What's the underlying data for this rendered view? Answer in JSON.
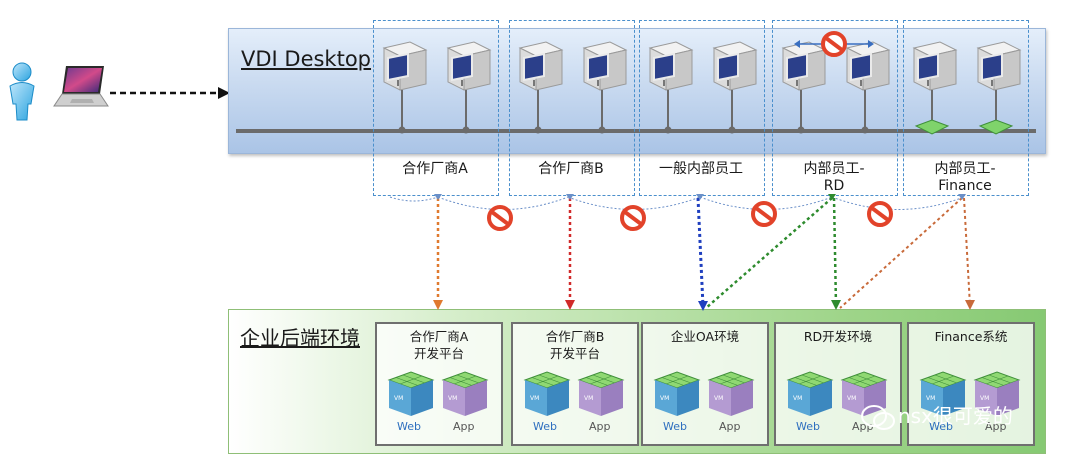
{
  "vdi": {
    "title": "VDI Desktop"
  },
  "groups": [
    {
      "label_line1": "合作厂商A",
      "label_line2": ""
    },
    {
      "label_line1": "合作厂商B",
      "label_line2": ""
    },
    {
      "label_line1": "一般内部员工",
      "label_line2": ""
    },
    {
      "label_line1": "内部员工-",
      "label_line2": "RD"
    },
    {
      "label_line1": "内部员工-",
      "label_line2": "Finance"
    }
  ],
  "backend": {
    "title": "企业后端环境",
    "envs": [
      {
        "line1": "合作厂商A",
        "line2": "开发平台",
        "web": "Web",
        "app": "App"
      },
      {
        "line1": "合作厂商B",
        "line2": "开发平台",
        "web": "Web",
        "app": "App"
      },
      {
        "line1": "企业OA环境",
        "line2": "",
        "web": "Web",
        "app": "App"
      },
      {
        "line1": "RD开发环境",
        "line2": "",
        "web": "Web",
        "app": "App"
      },
      {
        "line1": "Finance系统",
        "line2": "",
        "web": "Web",
        "app": "App"
      }
    ]
  },
  "watermark": {
    "text": "nsx很可爱的"
  },
  "colors": {
    "partner_a": "#e07a2f",
    "partner_b": "#d12a2a",
    "general": "#1f3fbf",
    "rd": "#2e8b2e",
    "finance": "#c86a3a",
    "forbidden": "#e2432a",
    "dashed_border": "#4a8fcc"
  },
  "icons": [
    "user-icon",
    "laptop-icon",
    "vm-desktop-icon",
    "forbidden-icon",
    "vm-cube-icon",
    "wechat-icon"
  ]
}
